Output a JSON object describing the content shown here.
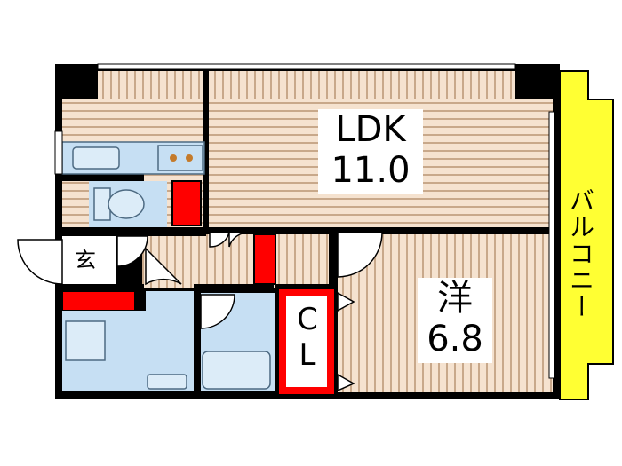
{
  "rooms": {
    "ldk": {
      "name": "LDK",
      "size": "11.0"
    },
    "western": {
      "name": "洋",
      "size": "6.8"
    },
    "entrance": {
      "name": "玄"
    },
    "closet": {
      "line1": "C",
      "line2": "L"
    },
    "balcony": {
      "name": "バルコニー"
    }
  },
  "colors": {
    "wall": "#000000",
    "floor_fill": "#f5e2cf",
    "floor_stripe": "#c8a88a",
    "wet_area": "#c6dff3",
    "storage_accent": "#ff0000",
    "balcony": "#ffff33"
  }
}
